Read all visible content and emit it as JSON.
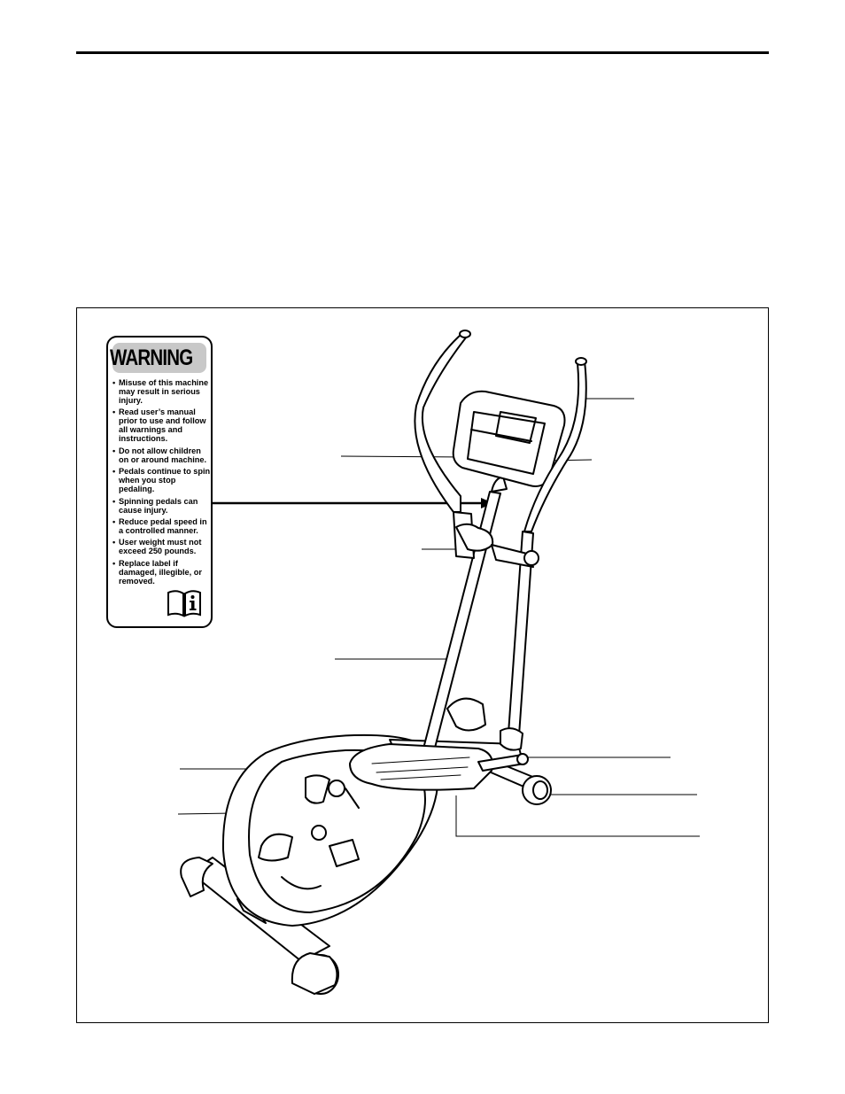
{
  "warning_label": {
    "title": "WARNING",
    "items": [
      "Misuse of this machine may result in serious injury.",
      "Read user’s manual prior to use and follow all warnings and instructions.",
      "Do not allow children on or around machine.",
      "Pedals continue to spin when you stop pedaling.",
      "Spinning pedals can cause injury.",
      "Reduce pedal speed in a controlled manner.",
      "User weight must not exceed 250 pounds.",
      "Replace label if damaged, illegible, or removed."
    ],
    "icon": "manual-info-icon"
  },
  "illustration": {
    "subject": "elliptical-machine-drawing",
    "callout_count": 10
  }
}
